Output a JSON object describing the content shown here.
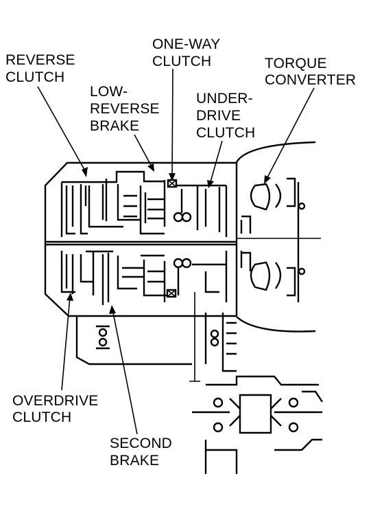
{
  "diagram": {
    "labels": {
      "reverse_clutch": [
        "REVERSE",
        "CLUTCH"
      ],
      "one_way_clutch": [
        "ONE-WAY",
        "CLUTCH"
      ],
      "torque_converter": [
        "TORQUE",
        "CONVERTER"
      ],
      "low_reverse_brake": [
        "LOW-",
        "REVERSE",
        "BRAKE"
      ],
      "underdrive_clutch": [
        "UNDER-",
        "DRIVE",
        "CLUTCH"
      ],
      "overdrive_clutch": [
        "OVERDRIVE",
        "CLUTCH"
      ],
      "second_brake": [
        "SECOND",
        "BRAKE"
      ]
    },
    "colors": {
      "ink": "#000000",
      "paper": "#ffffff"
    }
  }
}
